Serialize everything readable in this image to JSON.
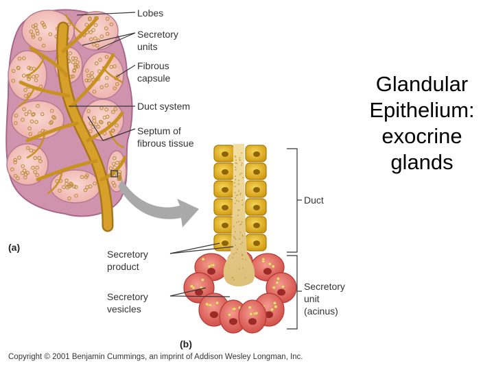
{
  "title": "Glandular\nEpithelium:\nexocrine\nglands",
  "panel_a": {
    "tag": "(a)",
    "labels": {
      "lobes": "Lobes",
      "secretory_units": "Secretory\nunits",
      "fibrous_capsule": "Fibrous\ncapsule",
      "duct_system": "Duct system",
      "septum": "Septum of\nfibrous tissue"
    }
  },
  "panel_b": {
    "tag": "(b)",
    "labels": {
      "duct": "Duct",
      "secretory_product": "Secretory\nproduct",
      "secretory_vesicles": "Secretory\nvesicles",
      "secretory_unit": "Secretory\nunit\n(acinus)"
    }
  },
  "credit": "Copyright © 2001 Benjamin Cummings, an imprint of Addison Wesley Longman, Inc.",
  "colors": {
    "capsule": "#c98aa8",
    "lobe": "#f3c2bc",
    "duct": "#c8921e",
    "duct_cell": "#e8b820",
    "acinus_cell": "#e2665f",
    "arrow": "#a9a9a9"
  }
}
